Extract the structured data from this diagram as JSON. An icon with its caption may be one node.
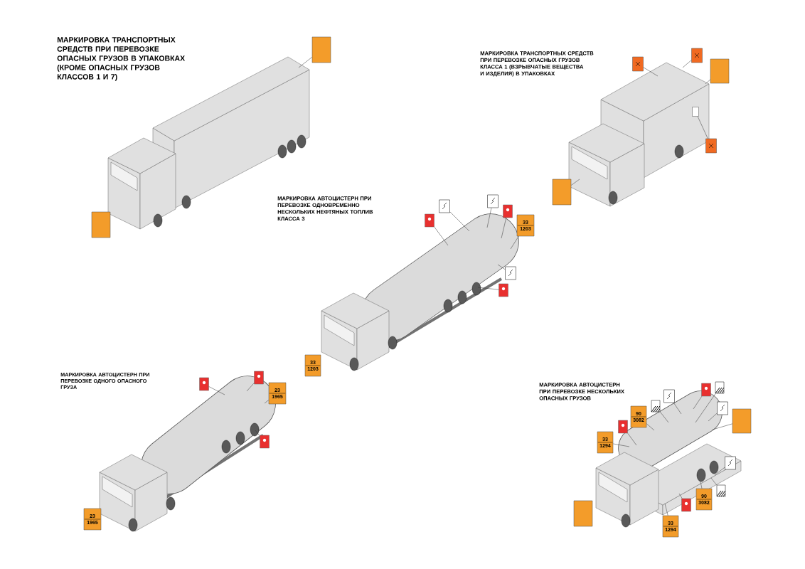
{
  "diagram": {
    "nodes": [
      {
        "text": [],
        "shape": "box"
      },
      {
        "text": [],
        "shape": "box"
      },
      {
        "text": [],
        "shape": "box"
      },
      {
        "text": [],
        "shape": "box"
      },
      {
        "text": [],
        "shape": "box"
      },
      {
        "text": [],
        "shape": "box"
      },
      {
        "text": [],
        "shape": "box"
      },
      {
        "text": [],
        "shape": "box"
      },
      {
        "text": [],
        "shape": "box"
      },
      {
        "text": [],
        "shape": "box"
      },
      {
        "text": [],
        "shape": "box"
      },
      {
        "text": [],
        "shape": "box"
      },
      {
        "text": [
          "33",
          "1203"
        ]
      },
      {
        "text": [],
        "shape": "box"
      },
      {
        "text": [],
        "shape": "box"
      },
      {
        "text": [
          "33",
          "1203"
        ]
      },
      {
        "text": [],
        "shape": "box"
      },
      {
        "text": [],
        "shape": "box"
      },
      {
        "text": [
          "23",
          "1965"
        ]
      },
      {
        "text": [],
        "shape": "box"
      },
      {
        "text": [
          "23",
          "1965"
        ]
      },
      {
        "text": [
          "33",
          "1294"
        ]
      },
      {
        "text": [],
        "shape": "box"
      },
      {
        "text": [
          "90",
          "3082"
        ]
      },
      {
        "text": [],
        "shape": "box"
      },
      {
        "text": [],
        "shape": "box"
      },
      {
        "text": [],
        "shape": "box"
      },
      {
        "text": [],
        "shape": "box"
      },
      {
        "text": [],
        "shape": "box"
      },
      {
        "text": [],
        "shape": "box"
      },
      {
        "text": [],
        "shape": "box"
      },
      {
        "text": [],
        "shape": "box"
      },
      {
        "text": [
          "90",
          "3082"
        ]
      },
      {
        "text": [],
        "shape": "box"
      },
      {
        "text": [
          "33",
          "1294"
        ]
      },
      {
        "text": [],
        "shape": "box"
      }
    ],
    "edges": [
      {
        "from": 0,
        "to": null,
        "arrow": "none"
      },
      {
        "from": 2,
        "to": null,
        "arrow": "none"
      },
      {
        "from": 3,
        "to": null,
        "arrow": "none"
      },
      {
        "from": 4,
        "to": null,
        "arrow": "none"
      },
      {
        "from": 6,
        "to": 5,
        "arrow": "none"
      },
      {
        "from": 7,
        "to": null,
        "arrow": "none"
      },
      {
        "from": 8,
        "to": null,
        "arrow": "none"
      },
      {
        "from": 9,
        "to": null,
        "arrow": "none"
      },
      {
        "from": 10,
        "to": null,
        "arrow": "none"
      },
      {
        "from": 11,
        "to": null,
        "arrow": "none"
      },
      {
        "from": 12,
        "to": null,
        "arrow": "none"
      },
      {
        "from": 13,
        "to": null,
        "arrow": "none"
      },
      {
        "from": 14,
        "to": null,
        "arrow": "none"
      },
      {
        "from": 16,
        "to": null,
        "arrow": "none"
      },
      {
        "from": 17,
        "to": null,
        "arrow": "none"
      },
      {
        "from": 18,
        "to": null,
        "arrow": "none"
      },
      {
        "from": 19,
        "to": null,
        "arrow": "none"
      },
      {
        "from": 21,
        "to": null,
        "arrow": "none"
      },
      {
        "from": 22,
        "to": null,
        "arrow": "none"
      },
      {
        "from": 23,
        "to": null,
        "arrow": "none"
      },
      {
        "from": 24,
        "to": null,
        "arrow": "none"
      },
      {
        "from": 25,
        "to": null,
        "arrow": "none"
      },
      {
        "from": 26,
        "to": null,
        "arrow": "none"
      },
      {
        "from": 27,
        "to": null,
        "arrow": "none"
      },
      {
        "from": 28,
        "to": null,
        "arrow": "none"
      },
      {
        "from": 29,
        "to": null,
        "arrow": "none"
      },
      {
        "from": 30,
        "to": null,
        "arrow": "none"
      },
      {
        "from": 31,
        "to": null,
        "arrow": "none"
      },
      {
        "from": 32,
        "to": null,
        "arrow": "none"
      },
      {
        "from": 33,
        "to": null,
        "arrow": "none"
      },
      {
        "from": 34,
        "to": null,
        "arrow": "none"
      }
    ],
    "labels": [
      "МАРКИРОВКА ТРАНСПОРТНЫХ СРЕДСТВ ПРИ ПЕРЕВОЗКЕ ОПАСНЫХ ГРУЗОВ В УПАКОВКАХ (КРОМЕ ОПАСНЫХ ГРУЗОВ КЛАССОВ 1 И 7)",
      "МАРКИРОВКА ТРАНСПОРТНЫХ СРЕДСТВ ПРИ ПЕРЕВОЗКЕ ОПАСНЫХ ГРУЗОВ КЛАССА 1 (ВЗРЫВЧАТЫЕ ВЕЩЕСТВА И ИЗДЕЛИЯ) В УПАКОВКАХ",
      "МАРКИРОВКА АВТОЦИСТЕРН ПРИ ПЕРЕВОЗКЕ ОДНОВРЕМЕННО НЕСКОЛЬКИХ НЕФТЯНЫХ ТОПЛИВ КЛАССА 3",
      "МАРКИРОВКА АВТОЦИСТЕРН ПРИ ПЕРЕВОЗКЕ ОДНОГО ОПАСНОГО ГРУЗА",
      "МАРКИРОВКА АВТОЦИСТЕРН ПРИ ПЕРЕВОЗКЕ НЕСКОЛЬКИХ ОПАСНЫХ ГРУЗОВ"
    ]
  }
}
